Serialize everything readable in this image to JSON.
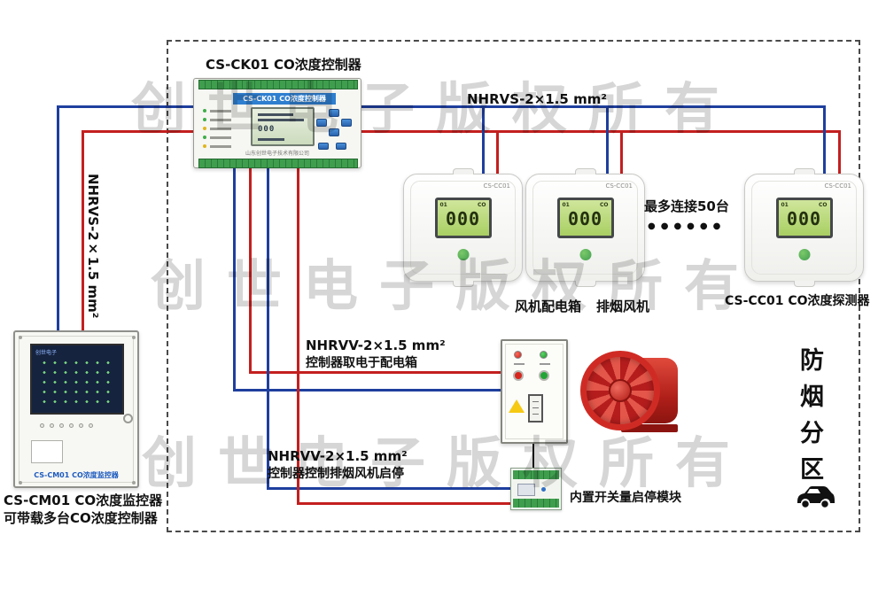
{
  "watermark": {
    "text": "创世电子版权所有"
  },
  "zone": {
    "label": "防烟分区"
  },
  "controller": {
    "title": "CS-CK01 CO浓度控制器",
    "header": "CS-CK01 CO浓度控制器",
    "lcd_value": "000",
    "company": "山东创世电子技术有限公司"
  },
  "monitor": {
    "screen_brand": "创世电子",
    "panel_label": "CS-CM01 CO浓度监控器",
    "caption_line1": "CS-CM01 CO浓度监控器",
    "caption_line2": "可带载多台CO浓度控制器"
  },
  "detectors": {
    "model": "CS-CC01",
    "lcd_top_left": "01",
    "lcd_top_right": "CO",
    "lcd_value": "000",
    "caption": "CS-CC01 CO浓度探测器",
    "max_connect": "最多连接50台",
    "dots": "●●●●●●"
  },
  "cables": {
    "left_vertical": "NHRVS-2×1.5 mm²",
    "top": "NHRVS-2×1.5 mm²",
    "power_line1": "NHRVV-2×1.5 mm²",
    "power_line2": "控制器取电于配电箱",
    "control_line1": "NHRVV-2×1.5 mm²",
    "control_line2": "控制器控制排烟风机启停"
  },
  "equipment": {
    "fan_box_label": "风机配电箱",
    "fan_label": "排烟风机",
    "module_label": "内置开关量启停模块"
  },
  "colors": {
    "wire_blue": "#1f3f9e",
    "wire_red": "#c3201f",
    "fan_red": "#c62828",
    "lcd_green": "#b5d878",
    "terminal_green": "#3f9e4e"
  }
}
